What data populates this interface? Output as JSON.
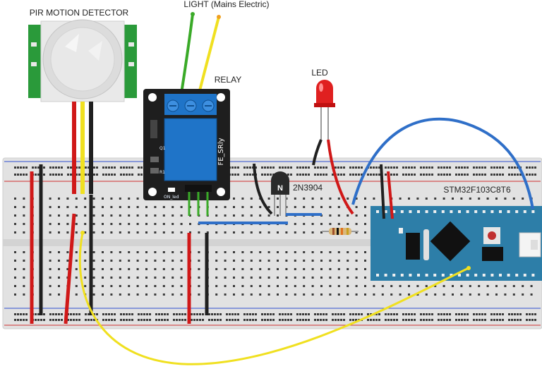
{
  "labels": {
    "pir": "PIR MOTION DETECTOR",
    "light": "LIGHT (Mains Electric)",
    "relay": "RELAY",
    "led": "LED",
    "transistor": "2N3904",
    "mcu": "STM32F103C8T6",
    "relay_silk_name": "FE_SRly",
    "relay_silk_led": "ON_led",
    "relay_silk_r1": "R1",
    "relay_silk_q1": "Q1",
    "transistor_mark": "N"
  },
  "colors": {
    "wire_red": "#d01818",
    "wire_black": "#202020",
    "wire_yellow": "#f0e020",
    "wire_green": "#3aaa28",
    "wire_blue": "#2f6fc8",
    "relay_board": "#1e1e1e",
    "relay_block": "#1f74c8",
    "mcu_board": "#2d7ea8",
    "pir_board": "#2a9a3a",
    "breadboard": "#e4e4e4"
  }
}
